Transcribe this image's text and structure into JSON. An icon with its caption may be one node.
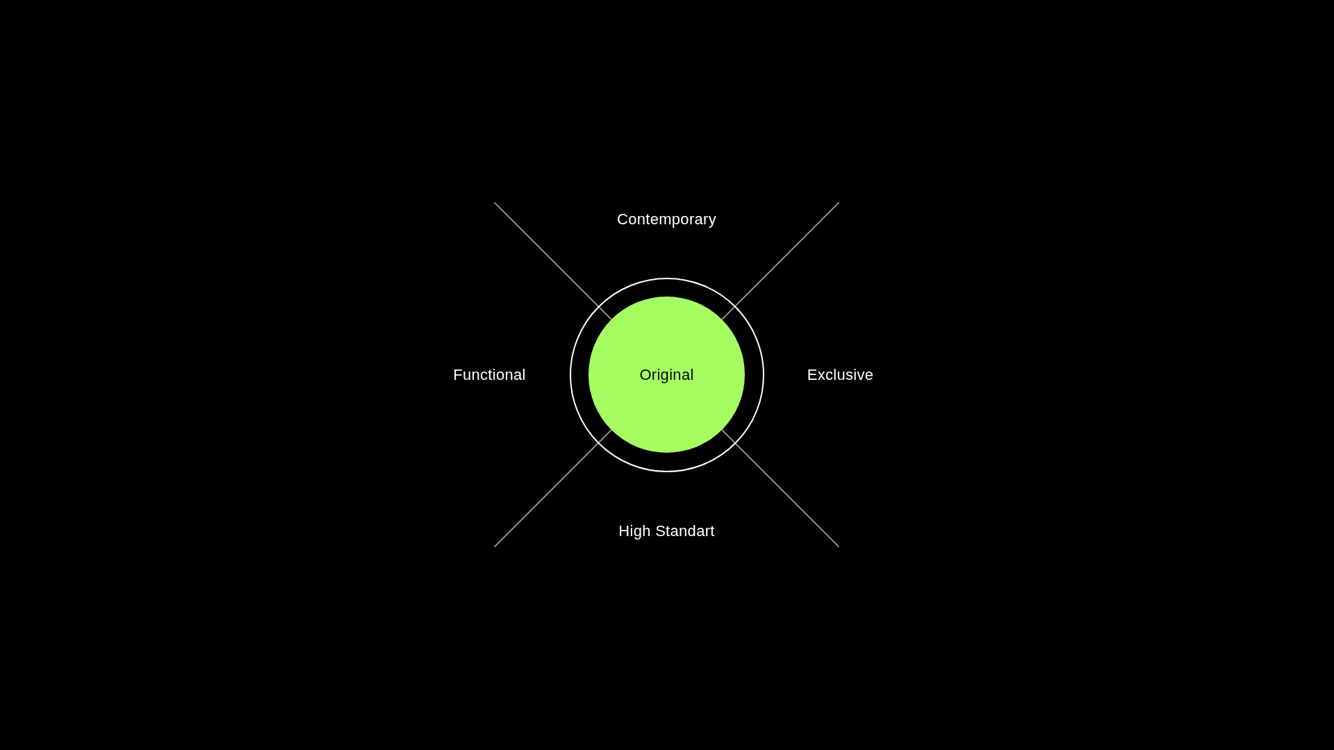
{
  "diagram": {
    "nodes": [
      {
        "text": [],
        "shape": "circle"
      },
      {
        "text": [
          "Original"
        ],
        "in": 0
      }
    ],
    "edges": [
      {
        "from": null,
        "to": 1,
        "arrow": "none"
      },
      {
        "from": null,
        "to": 1,
        "arrow": "none"
      },
      {
        "from": null,
        "to": 1,
        "arrow": "none"
      },
      {
        "from": null,
        "to": 1,
        "arrow": "none"
      }
    ],
    "labels": [
      "Contemporary",
      "Functional",
      "Exclusive",
      "High Standart"
    ]
  }
}
